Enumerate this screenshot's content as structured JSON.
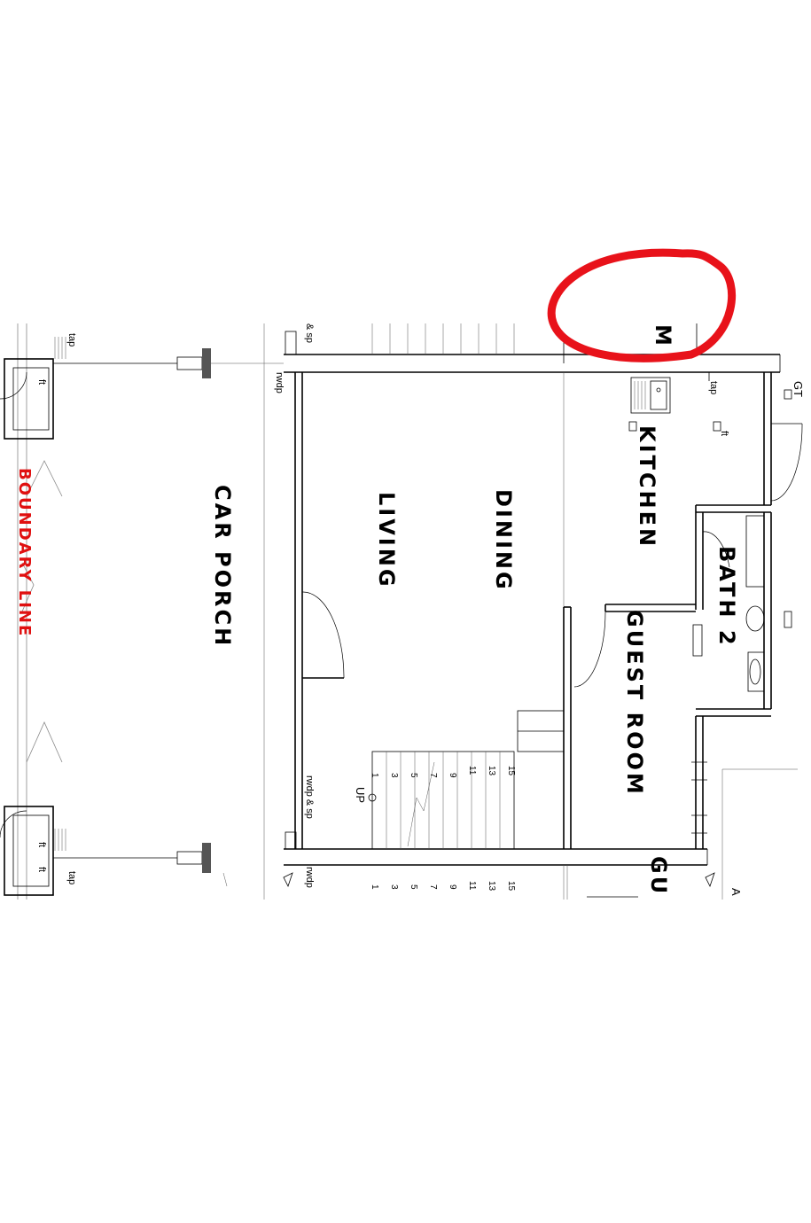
{
  "rooms": {
    "car_porch": "CAR PORCH",
    "living": "LIVING",
    "dining": "DINING",
    "kitchen": "KITCHEN",
    "bath_2": "BATH 2",
    "guest_room": "GUEST ROOM",
    "partial_top": "M",
    "partial_bottom": "GU"
  },
  "boundary_label": "BOUNDARY LINE",
  "annotations": {
    "tap_left_top": "tap",
    "ft_left_top": "ft",
    "sp_top": "& sp",
    "rwdp_top": "rwdp",
    "tap_kitchen": "tap",
    "ft_kitchen": "ft",
    "gt": "GT",
    "rwdp_sp_bottom": "rwdp & sp",
    "rwdp_bottom": "rwdp",
    "up": "UP",
    "tap_left_bottom": "tap",
    "ft_left_bottom_1": "ft",
    "ft_left_bottom_2": "ft",
    "a_partial": "A"
  },
  "stair_numbers": [
    "1",
    "3",
    "5",
    "7",
    "9",
    "11",
    "13",
    "15"
  ],
  "stair_numbers_lower": [
    "1",
    "3",
    "5",
    "7",
    "9",
    "11",
    "13",
    "15"
  ],
  "highlight_color": "#e8121a",
  "boundary_color": "#e01010"
}
